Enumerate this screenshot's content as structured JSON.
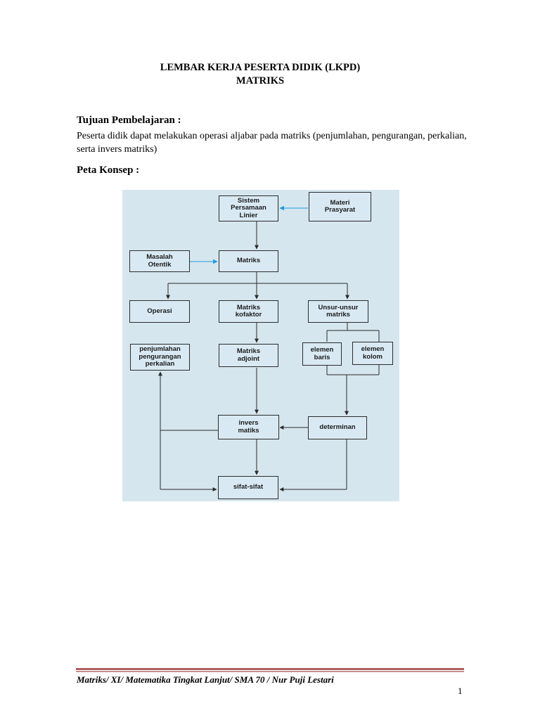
{
  "document": {
    "title_line1": "LEMBAR KERJA PESERTA DIDIK (LKPD)",
    "title_line2": "MATRIKS",
    "objectives_heading": "Tujuan Pembelajaran :",
    "objectives_text": "Peserta didik dapat melakukan operasi aljabar pada matriks (penjumlahan, pengurangan, perkalian, serta invers matriks)",
    "concept_map_heading": "Peta Konsep :"
  },
  "concept_map": {
    "boxes": {
      "spl": "Sistem\nPersamaan\nLinier",
      "prasyarat": "Materi\nPrasyarat",
      "masalah": "Masalah\nOtentik",
      "matriks": "Matriks",
      "operasi": "Operasi",
      "kofaktor": "Matriks\nkofaktor",
      "unsur": "Unsur-unsur\nmatriks",
      "penjumlahan": "penjumlahan\npengurangan\nperkalian",
      "adjoint": "Matriks\nadjoint",
      "baris": "elemen\nbaris",
      "kolom": "elemen\nkolom",
      "invers": "invers\nmatiks",
      "determinan": "determinan",
      "sifat": "sifat-sifat"
    },
    "colors": {
      "background": "#d6e6ee",
      "line": "#2b2b2b",
      "highlight_arrow": "#1e9be0"
    }
  },
  "footer": {
    "text": "Matriks/ XI/ Matematika Tingkat Lanjut/ SMA 70 / Nur Puji Lestari",
    "page_number": "1",
    "rule_color": "#8b1a1a"
  }
}
